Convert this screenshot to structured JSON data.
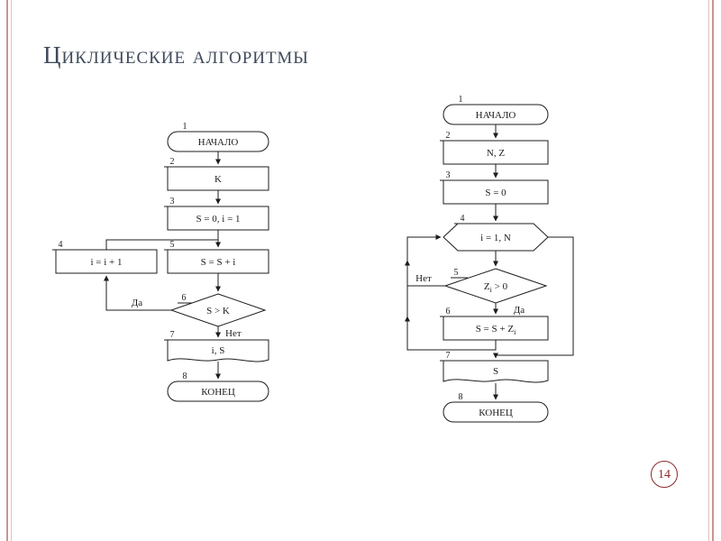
{
  "title": "Циклические алгоритмы",
  "page_number": "14",
  "colors": {
    "ink": "#1c1c1c",
    "title": "#3e4a5a",
    "page_circle": "#8a2a2a",
    "border_outer": "#cc9490",
    "border_inner": "#e2c0bd"
  },
  "left_chart": {
    "nodes": [
      {
        "num": "1",
        "label": "НАЧАЛО"
      },
      {
        "num": "2",
        "label": "K"
      },
      {
        "num": "3",
        "label": "S = 0, i = 1"
      },
      {
        "num": "4",
        "label": "i = i + 1"
      },
      {
        "num": "5",
        "label": "S = S + i"
      },
      {
        "num": "6",
        "label": "S > K"
      },
      {
        "num": "7",
        "label": "i, S"
      },
      {
        "num": "8",
        "label": "КОНЕЦ"
      }
    ],
    "labels": {
      "yes": "Да",
      "no": "Нет"
    }
  },
  "right_chart": {
    "nodes": [
      {
        "num": "1",
        "label": "НАЧАЛО"
      },
      {
        "num": "2",
        "label": "N, Z"
      },
      {
        "num": "3",
        "label": "S = 0"
      },
      {
        "num": "4",
        "label": "i = 1, N"
      },
      {
        "num": "5",
        "label_base": "Z",
        "label_sub": "i",
        "label_rest": " > 0"
      },
      {
        "num": "6",
        "label_base": "S = S + Z",
        "label_sub": "i"
      },
      {
        "num": "7",
        "label": "S"
      },
      {
        "num": "8",
        "label": "КОНЕЦ"
      }
    ],
    "labels": {
      "yes": "Да",
      "no": "Нет"
    }
  }
}
